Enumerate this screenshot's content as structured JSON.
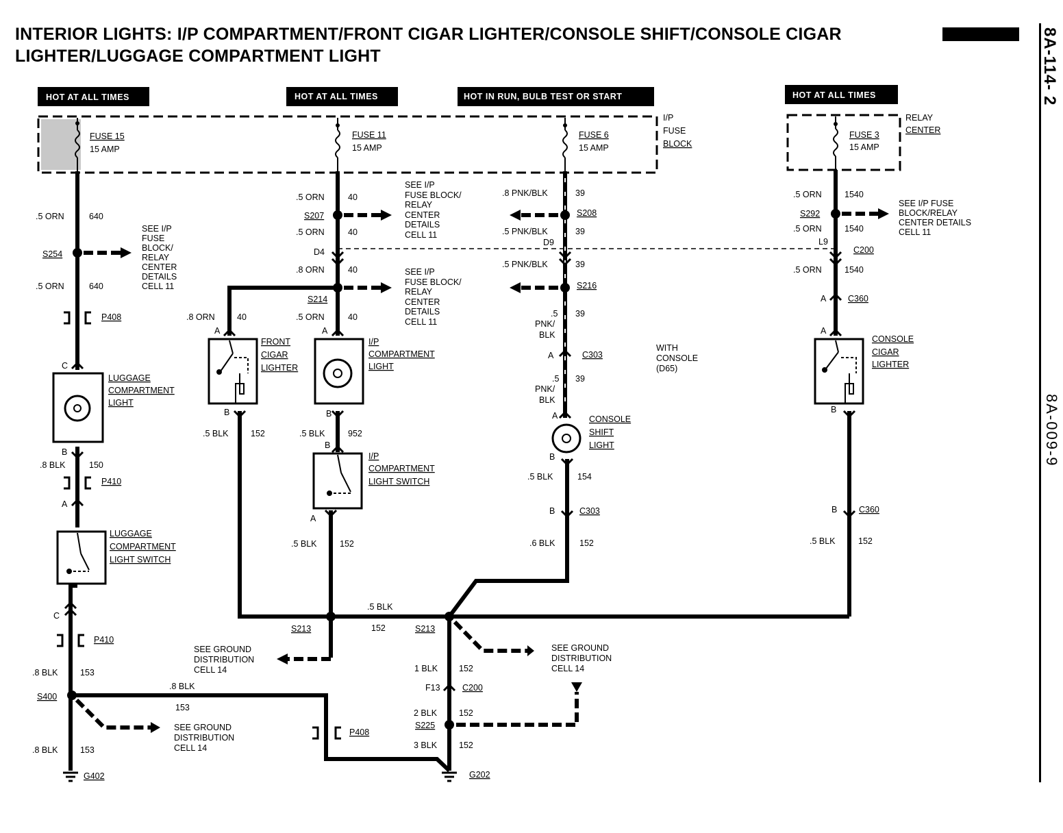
{
  "title": "INTERIOR LIGHTS: I/P COMPARTMENT/FRONT CIGAR LIGHTER/CONSOLE SHIFT/CONSOLE CIGAR LIGHTER/LUGGAGE COMPARTMENT LIGHT",
  "page_number": "8A-114- 2",
  "figure_id": "8A-009-9",
  "headers": [
    "HOT AT ALL TIMES",
    "HOT AT ALL TIMES",
    "HOT IN RUN, BULB TEST OR START",
    "HOT AT ALL TIMES"
  ],
  "fuse_block_label": [
    "I/P",
    "FUSE",
    "BLOCK"
  ],
  "relay_center_label": [
    "RELAY",
    "CENTER"
  ],
  "fuses": [
    {
      "name": "FUSE 15",
      "rating": "15 AMP"
    },
    {
      "name": "FUSE 11",
      "rating": "15 AMP"
    },
    {
      "name": "FUSE 6",
      "rating": "15 AMP"
    },
    {
      "name": "FUSE 3",
      "rating": "15 AMP"
    }
  ],
  "wires": {
    "orn_5": ".5 ORN",
    "orn_8": ".8 ORN",
    "pnk_8": ".8 PNK/BLK",
    "pnk_5": ".5 PNK/BLK",
    "pnk_a": ".5",
    "pnk_b": "PNK/",
    "pnk_c": "BLK",
    "blk_5": ".5 BLK",
    "blk_6": ".6 BLK",
    "blk_8": ".8 BLK",
    "blk_1": "1 BLK",
    "blk_2": "2 BLK",
    "blk_3": "3 BLK",
    "c640": "640",
    "c40": "40",
    "c39": "39",
    "c1540": "1540",
    "c150": "150",
    "c153": "153",
    "c152": "152",
    "c952": "952",
    "c154": "154"
  },
  "splices": {
    "s254": "S254",
    "s207": "S207",
    "s208": "S208",
    "s214": "S214",
    "s216": "S216",
    "s292": "S292",
    "s213": "S213",
    "s400": "S400",
    "s225": "S225"
  },
  "connectors": {
    "p408": "P408",
    "p410": "P410",
    "c303": "C303",
    "c360": "C360",
    "c200": "C200",
    "d4": "D4",
    "d9": "D9",
    "l9": "L9",
    "f13": "F13",
    "a": "A",
    "b": "B",
    "c": "C"
  },
  "grounds": {
    "g402": "G402",
    "g202": "G202"
  },
  "see_notes": {
    "fuse_block_cell11": [
      "SEE I/P",
      "FUSE BLOCK/",
      "RELAY",
      "CENTER",
      "DETAILS",
      "CELL 11"
    ],
    "relay_center_cell11": [
      "SEE I/P FUSE",
      "BLOCK/RELAY",
      "CENTER DETAILS",
      "CELL 11"
    ],
    "s254_note": [
      "SEE I/P",
      "FUSE",
      "BLOCK/",
      "RELAY",
      "CENTER",
      "DETAILS",
      "CELL 11"
    ],
    "ground_cell14": [
      "SEE GROUND",
      "DISTRIBUTION",
      "CELL 14"
    ]
  },
  "components": {
    "luggage_light": [
      "LUGGAGE",
      "COMPARTMENT",
      "LIGHT"
    ],
    "luggage_switch": [
      "LUGGAGE",
      "COMPARTMENT",
      "LIGHT SWITCH"
    ],
    "front_lighter": [
      "FRONT",
      "CIGAR",
      "LIGHTER"
    ],
    "ip_light": [
      "I/P",
      "COMPARTMENT",
      "LIGHT"
    ],
    "ip_switch": [
      "I/P",
      "COMPARTMENT",
      "LIGHT SWITCH"
    ],
    "console_shift": [
      "CONSOLE",
      "SHIFT",
      "LIGHT"
    ],
    "console_lighter": [
      "CONSOLE",
      "CIGAR",
      "LIGHTER"
    ],
    "with_console": [
      "WITH",
      "CONSOLE",
      "(D65)"
    ]
  }
}
